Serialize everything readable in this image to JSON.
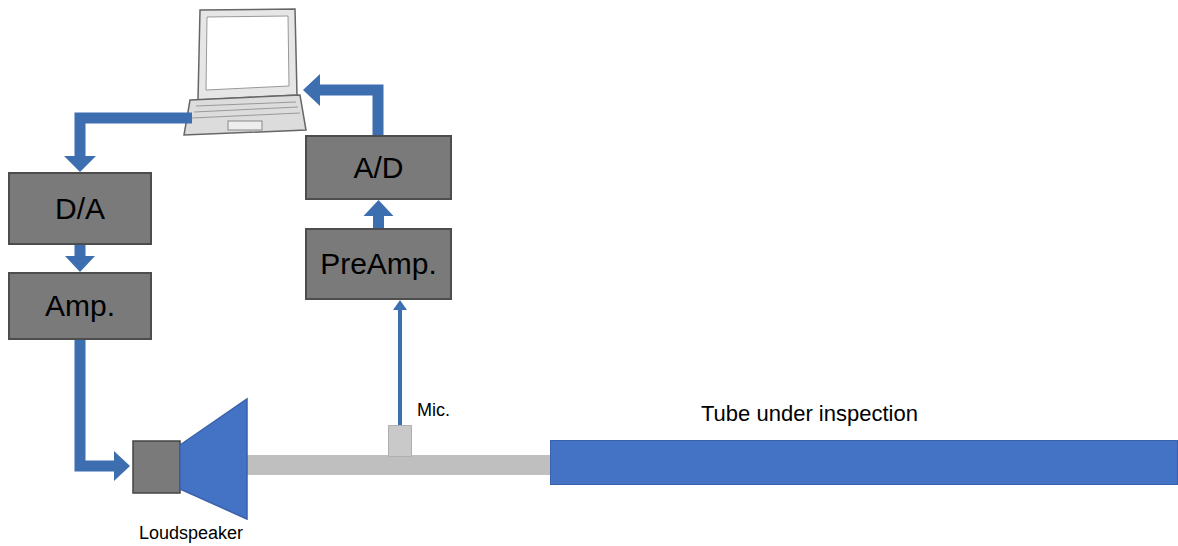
{
  "diagram": {
    "nodes": [
      {
        "text": [
          "D/A"
        ]
      },
      {
        "text": [
          "Amp."
        ]
      },
      {
        "text": [
          "A/D"
        ]
      },
      {
        "text": [
          "PreAmp."
        ]
      },
      {
        "text": [
          "Loudspeaker"
        ]
      },
      {
        "text": [
          "Mic."
        ]
      },
      {
        "text": [
          "Tube under inspection"
        ]
      }
    ],
    "edges": [
      {
        "from": 0,
        "to": 1,
        "arrow": "to"
      },
      {
        "from": 1,
        "to": 4,
        "arrow": "to"
      },
      {
        "from": 5,
        "to": 3,
        "arrow": "to"
      },
      {
        "from": 3,
        "to": 2,
        "arrow": "to"
      }
    ]
  }
}
